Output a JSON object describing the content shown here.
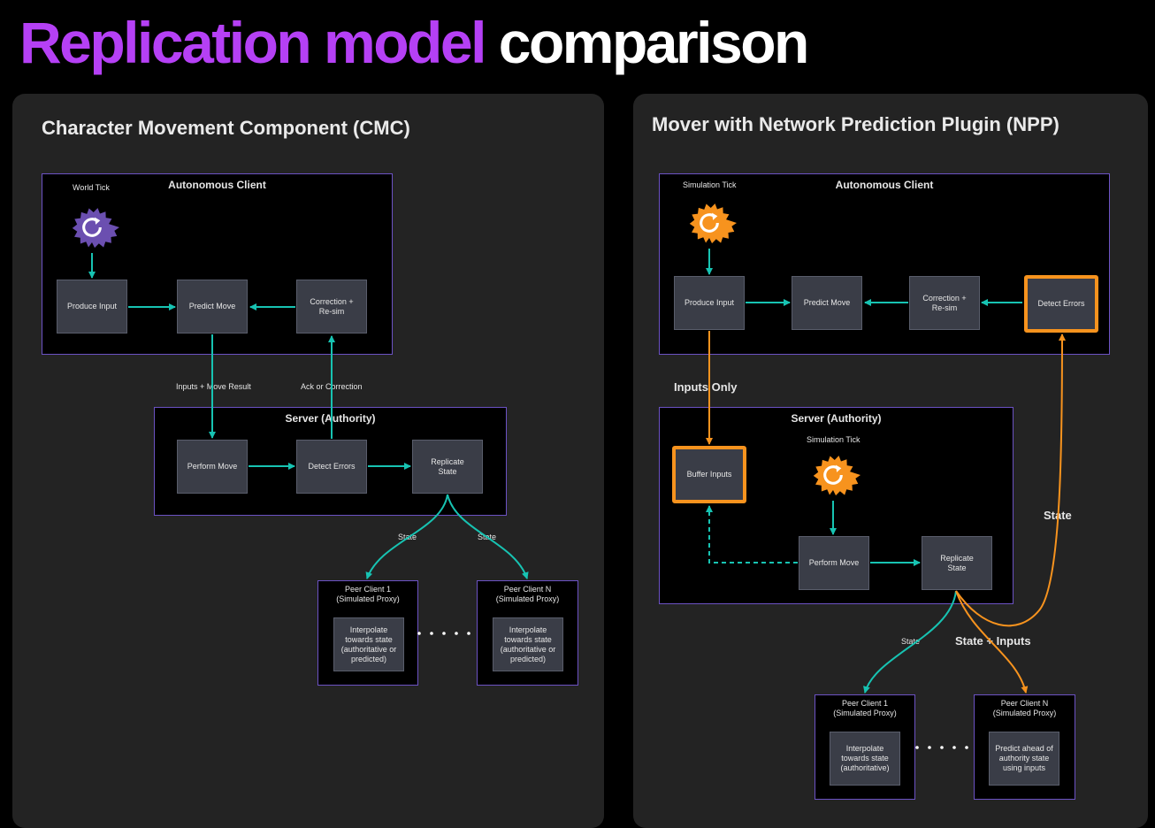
{
  "title": {
    "highlight": "Replication model",
    "rest": "comparison"
  },
  "colors": {
    "accent": "#b540f5",
    "teal": "#17c3b2",
    "orange": "#f7931e",
    "purple": "#6c52c4"
  },
  "left": {
    "title": "Character Movement Component (CMC)",
    "client": {
      "title": "Autonomous Client",
      "tick_label": "World Tick",
      "produce_input": "Produce Input",
      "predict_move": "Predict Move",
      "correction": "Correction +\nRe-sim"
    },
    "edge_inputs": "Inputs + Move Result",
    "edge_ack": "Ack or Correction",
    "server": {
      "title": "Server (Authority)",
      "perform_move": "Perform Move",
      "detect_errors": "Detect Errors",
      "replicate_state": "Replicate\nState"
    },
    "edge_state_1": "State",
    "edge_state_2": "State",
    "peer1": {
      "title": "Peer Client 1\n(Simulated Proxy)",
      "node": "Interpolate\ntowards state\n(authoritative or\npredicted)"
    },
    "peerN": {
      "title": "Peer Client N\n(Simulated Proxy)",
      "node": "Interpolate\ntowards state\n(authoritative or\npredicted)"
    }
  },
  "right": {
    "title": "Mover with Network Prediction Plugin (NPP)",
    "client": {
      "title": "Autonomous Client",
      "tick_label": "Simulation Tick",
      "produce_input": "Produce Input",
      "predict_move": "Predict Move",
      "correction": "Correction +\nRe-sim",
      "detect_errors": "Detect Errors"
    },
    "edge_inputs_only": "Inputs Only",
    "server": {
      "title": "Server (Authority)",
      "tick_label": "Simulation Tick",
      "buffer_inputs": "Buffer Inputs",
      "perform_move": "Perform Move",
      "replicate_state": "Replicate\nState"
    },
    "edge_state_up": "State",
    "edge_state": "State",
    "edge_state_inputs": "State + Inputs",
    "peer1": {
      "title": "Peer Client 1\n(Simulated Proxy)",
      "node": "Interpolate\ntowards state\n(authoritative)"
    },
    "peerN": {
      "title": "Peer Client N\n(Simulated Proxy)",
      "node": "Predict ahead of\nauthority state\nusing inputs"
    }
  }
}
